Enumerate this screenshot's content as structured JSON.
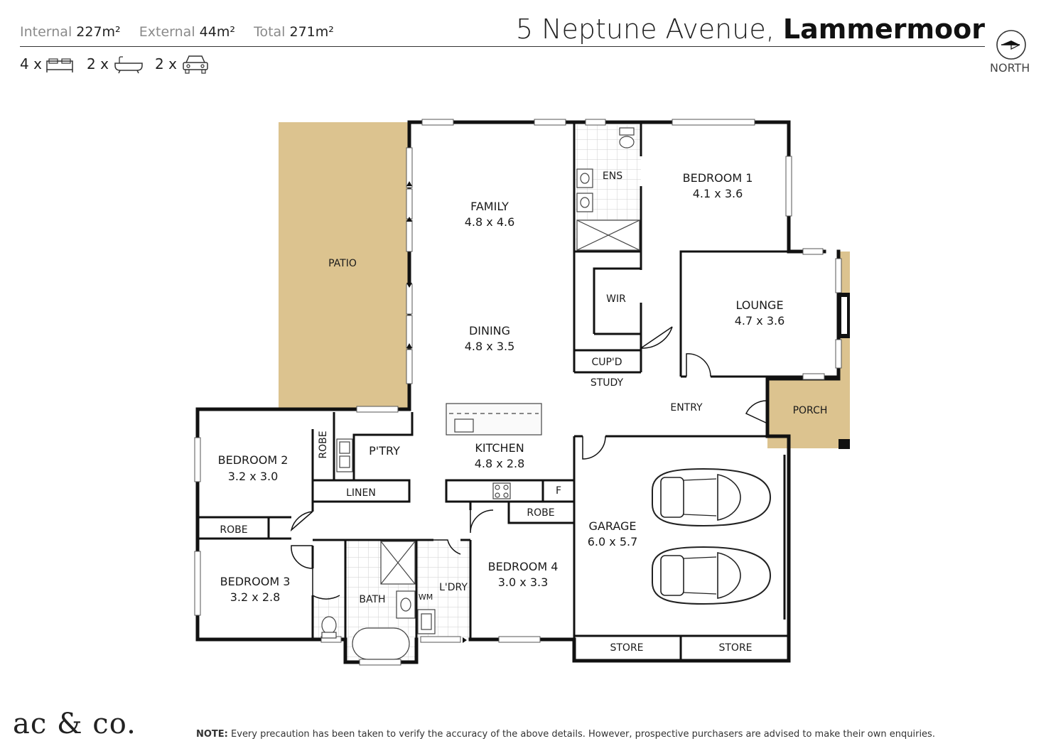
{
  "header": {
    "internal_label": "Internal",
    "internal_value": "227m²",
    "external_label": "External",
    "external_value": "44m²",
    "total_label": "Total",
    "total_value": "271m²",
    "address_prefix": "5 Neptune Avenue,",
    "address_suburb": "Lammermoor",
    "north_label": "NORTH",
    "bed_count": "4 x",
    "bath_count": "2 x",
    "car_count": "2 x"
  },
  "rooms": {
    "patio": "PATIO",
    "family": "FAMILY",
    "family_dim": "4.8 x 4.6",
    "dining": "DINING",
    "dining_dim": "4.8 x 3.5",
    "ens": "ENS",
    "bed1": "BEDROOM 1",
    "bed1_dim": "4.1 x 3.6",
    "wir": "WIR",
    "lounge": "LOUNGE",
    "lounge_dim": "4.7 x 3.6",
    "cupd": "CUP'D",
    "study": "STUDY",
    "entry": "ENTRY",
    "porch": "PORCH",
    "kitchen": "KITCHEN",
    "kitchen_dim": "4.8 x 2.8",
    "pantry": "P'TRY",
    "robe": "ROBE",
    "bed2": "BEDROOM 2",
    "bed2_dim": "3.2 x 3.0",
    "linen": "LINEN",
    "fridge": "F",
    "garage": "GARAGE",
    "garage_dim": "6.0 x 5.7",
    "bed3": "BEDROOM 3",
    "bed3_dim": "3.2 x 2.8",
    "bath": "BATH",
    "wm": "WM",
    "laundry": "L'DRY",
    "bed4": "BEDROOM 4",
    "bed4_dim": "3.0 x 3.3",
    "store": "STORE"
  },
  "footer": {
    "logo": "ac & co.",
    "note_label": "NOTE:",
    "note_text": "Every precaution has been taken to verify the accuracy of the above details. However, prospective purchasers are advised to make their own enquiries."
  },
  "colors": {
    "outdoor": "#dcc38f",
    "wall": "#111111",
    "tile": "#e6e6e6"
  }
}
